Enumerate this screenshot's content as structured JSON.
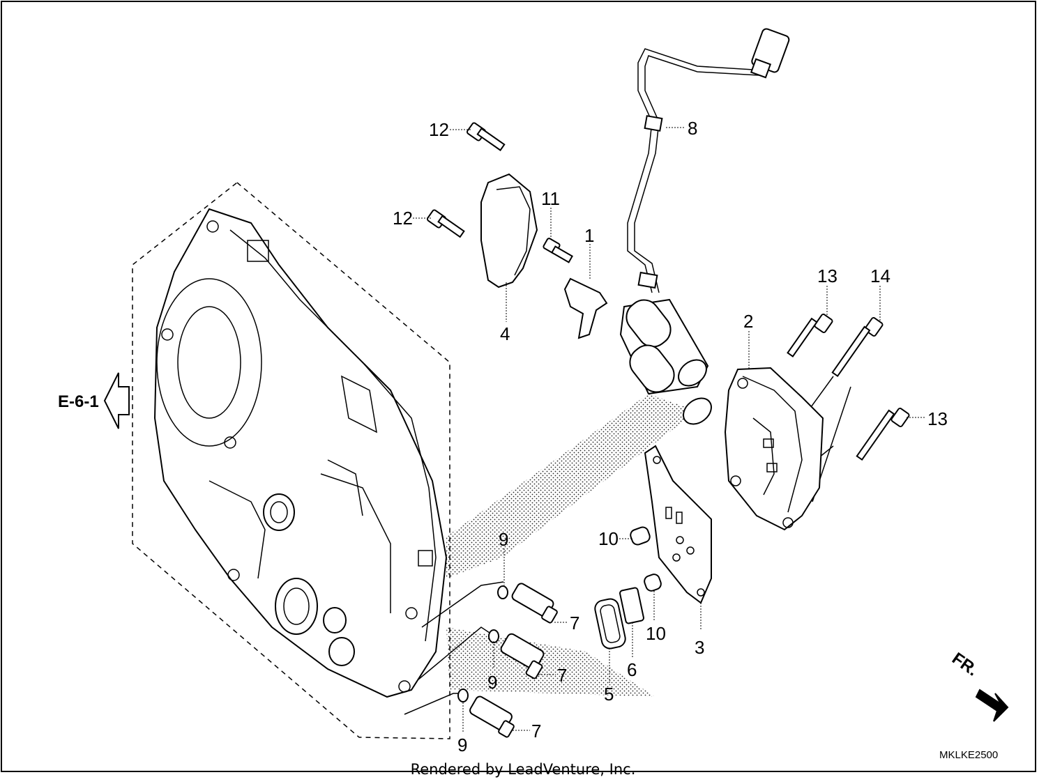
{
  "diagram": {
    "section_ref": "E-6-1",
    "direction_label": "FR.",
    "diagram_code": "MKLKE2500",
    "callouts": {
      "p1": "1",
      "p2": "2",
      "p3": "3",
      "p4": "4",
      "p5": "5",
      "p6": "6",
      "p7a": "7",
      "p7b": "7",
      "p7c": "7",
      "p8": "8",
      "p9a": "9",
      "p9b": "9",
      "p9c": "9",
      "p10a": "10",
      "p10b": "10",
      "p11": "11",
      "p12a": "12",
      "p12b": "12",
      "p13a": "13",
      "p13b": "13",
      "p14": "14"
    }
  },
  "footer": {
    "rendered_by": "Rendered by LeadVenture, Inc."
  }
}
